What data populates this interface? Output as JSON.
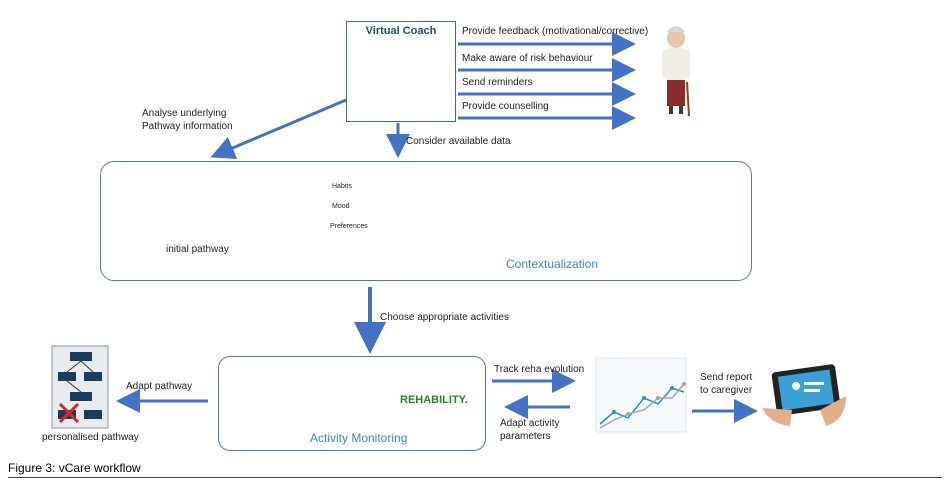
{
  "virtual_coach": {
    "title": "Virtual Coach"
  },
  "coach_actions": [
    "Provide feedback (motivational/corrective)",
    "Make aware of risk behaviour",
    "Send reminders",
    "Provide counselling"
  ],
  "analyse_label": [
    "Analyse underlying",
    "Pathway information"
  ],
  "consider_label": "Consider available data",
  "context": {
    "title": "Contextualization",
    "initial_pathway": "initial pathway",
    "inputs": [
      "Habits",
      "Mood",
      "Preferences"
    ]
  },
  "choose_label": "Choose appropriate activities",
  "activity": {
    "title": "Activity Monitoring",
    "rehability_logo": "REHABILITY."
  },
  "adapt_pathway_label": "Adapt pathway",
  "personalised_pathway": "personalised pathway",
  "track_label": "Track reha evolution",
  "adapt_params_label": [
    "Adapt activity",
    "parameters"
  ],
  "send_report_label": [
    "Send report",
    "to caregiver"
  ],
  "figure_caption": "Figure 3: vCare workflow",
  "colors": {
    "arrow": "#4472c4",
    "box_border": "#4d7fa3",
    "accent_title": "#3a86c8"
  }
}
